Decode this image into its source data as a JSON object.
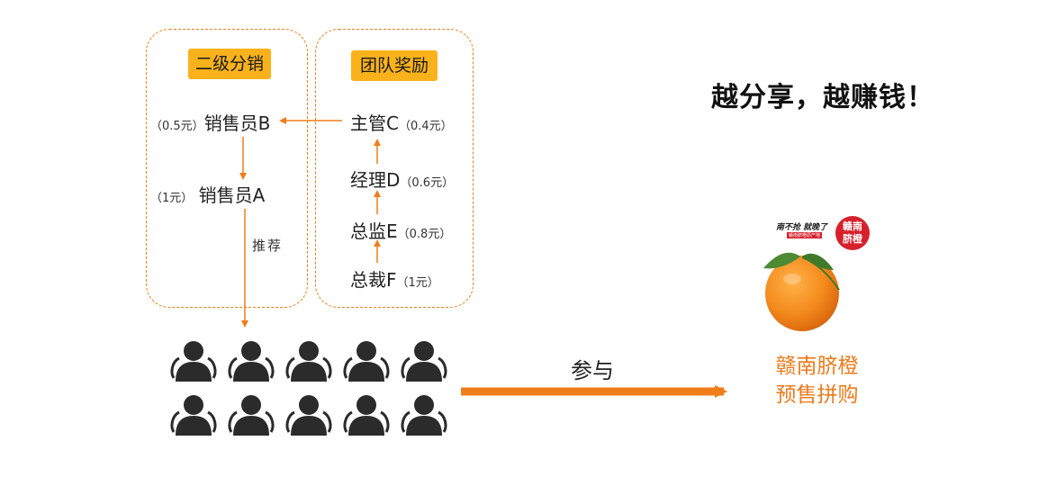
{
  "panels": {
    "level2": {
      "tag": "二级分销"
    },
    "team": {
      "tag": "团队奖励"
    }
  },
  "nodes": {
    "b": {
      "name": "销售员B",
      "reward": "（0.5元）"
    },
    "a": {
      "name": "销售员A",
      "reward": "（1元）"
    },
    "c": {
      "name": "主管C",
      "reward": "（0.4元）"
    },
    "d": {
      "name": "经理D",
      "reward": "（0.6元）"
    },
    "e": {
      "name": "总监E",
      "reward": "（0.8元）"
    },
    "f": {
      "name": "总裁F",
      "reward": "（1元）"
    }
  },
  "labels": {
    "recommend": "推荐",
    "participate": "参与",
    "slogan": "越分享，越赚钱！"
  },
  "product": {
    "line1": "赣南脐橙",
    "line2": "预售拼购",
    "brand_caption": "南不抢 就晚了",
    "brand_sub": "赣南脐橙原产地",
    "badge": "赣南脐橙"
  },
  "colors": {
    "accent": "#f07d1a",
    "tag_bg": "#f9b21b",
    "person": "#2b2b2b"
  }
}
